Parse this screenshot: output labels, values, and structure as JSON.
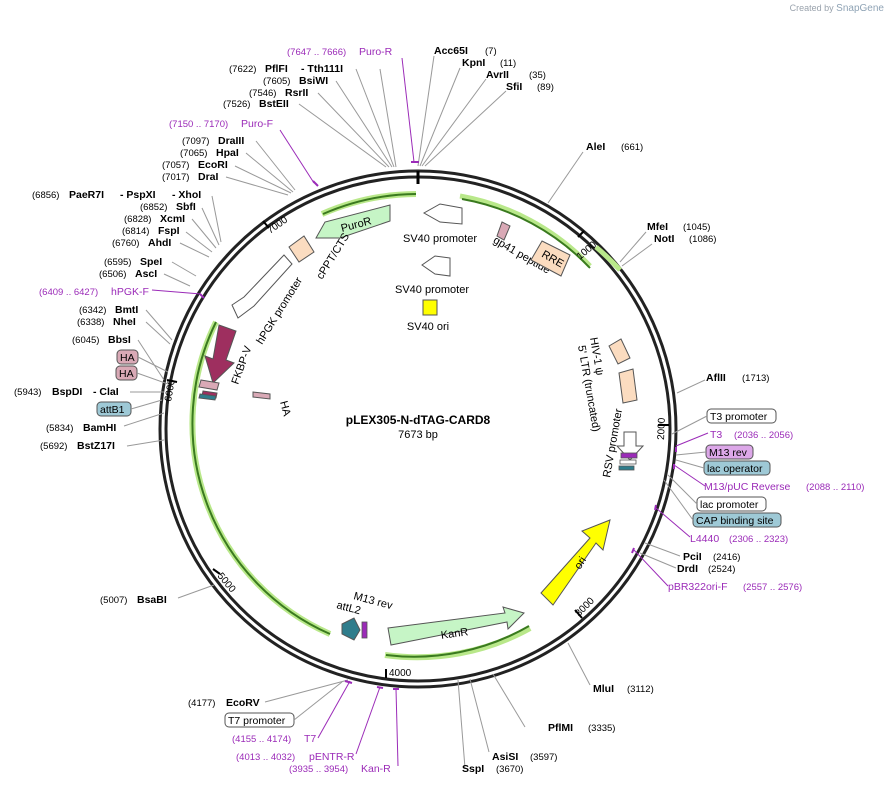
{
  "credit": {
    "prefix": "Created by",
    "brand": "SnapGene"
  },
  "plasmid": {
    "name": "pLEX305-N-dTAG-CARD8",
    "size_label": "7673 bp"
  },
  "ticks": [
    "1000",
    "2000",
    "3000",
    "4000",
    "5000",
    "6000",
    "7000"
  ],
  "enzymes": [
    {
      "name": "Acc65I",
      "pos": "(7)"
    },
    {
      "name": "KpnI",
      "pos": "(11)"
    },
    {
      "name": "AvrII",
      "pos": "(35)"
    },
    {
      "name": "SfiI",
      "pos": "(89)"
    },
    {
      "name": "AleI",
      "pos": "(661)"
    },
    {
      "name": "MfeI",
      "pos": "(1045)"
    },
    {
      "name": "NotI",
      "pos": "(1086)"
    },
    {
      "name": "AflII",
      "pos": "(1713)"
    },
    {
      "name": "PciI",
      "pos": "(2416)"
    },
    {
      "name": "DrdI",
      "pos": "(2524)"
    },
    {
      "name": "MluI",
      "pos": "(3112)"
    },
    {
      "name": "PflMI",
      "pos": "(3335)"
    },
    {
      "name": "AsiSI",
      "pos": "(3597)"
    },
    {
      "name": "SspI",
      "pos": "(3670)"
    },
    {
      "name": "EcoRV",
      "pos": "(4177)"
    },
    {
      "name": "BsaBI",
      "pos": "(5007)"
    },
    {
      "name": "BstZ17I",
      "pos": "(5692)"
    },
    {
      "name": "BamHI",
      "pos": "(5834)"
    },
    {
      "name": "BspDI",
      "pos": "(5943)"
    },
    {
      "name": "- ClaI",
      "pos": ""
    },
    {
      "name": "BbsI",
      "pos": "(6045)"
    },
    {
      "name": "NheI",
      "pos": "(6338)"
    },
    {
      "name": "BmtI",
      "pos": "(6342)"
    },
    {
      "name": "AscI",
      "pos": "(6506)"
    },
    {
      "name": "SpeI",
      "pos": "(6595)"
    },
    {
      "name": "AhdI",
      "pos": "(6760)"
    },
    {
      "name": "FspI",
      "pos": "(6814)"
    },
    {
      "name": "XcmI",
      "pos": "(6828)"
    },
    {
      "name": "SbfI",
      "pos": "(6852)"
    },
    {
      "name": "PaeR7I",
      "pos": "(6856)"
    },
    {
      "name": "- PspXI",
      "pos": ""
    },
    {
      "name": "- XhoI",
      "pos": ""
    },
    {
      "name": "DraI",
      "pos": "(7017)"
    },
    {
      "name": "EcoRI",
      "pos": "(7057)"
    },
    {
      "name": "HpaI",
      "pos": "(7065)"
    },
    {
      "name": "DraIII",
      "pos": "(7097)"
    },
    {
      "name": "BstEII",
      "pos": "(7526)"
    },
    {
      "name": "RsrII",
      "pos": "(7546)"
    },
    {
      "name": "BsiWI",
      "pos": "(7605)"
    },
    {
      "name": "PflFI",
      "pos": "(7622)"
    },
    {
      "name": "- Tth111I",
      "pos": ""
    }
  ],
  "primers": [
    {
      "name": "Puro-R",
      "pos": "(7647 .. 7666)"
    },
    {
      "name": "Puro-F",
      "pos": "(7150 .. 7170)"
    },
    {
      "name": "hPGK-F",
      "pos": "(6409 .. 6427)"
    },
    {
      "name": "T3",
      "pos": "(2036 .. 2056)"
    },
    {
      "name": "M13/pUC Reverse",
      "pos": "(2088 .. 2110)"
    },
    {
      "name": "L4440",
      "pos": "(2306 .. 2323)"
    },
    {
      "name": "pBR322ori-F",
      "pos": "(2557 .. 2576)"
    },
    {
      "name": "T7",
      "pos": "(4155 .. 4174)"
    },
    {
      "name": "pENTR-R",
      "pos": "(4013 .. 4032)"
    },
    {
      "name": "Kan-R",
      "pos": "(3935 .. 3954)"
    }
  ],
  "boxed_features": [
    {
      "name": "T3 promoter",
      "fill": "#ffffff"
    },
    {
      "name": "M13 rev",
      "fill": "#dca7e8"
    },
    {
      "name": "lac operator",
      "fill": "#9ec9d6"
    },
    {
      "name": "lac promoter",
      "fill": "#ffffff"
    },
    {
      "name": "CAP binding site",
      "fill": "#9ec9d6"
    },
    {
      "name": "T7 promoter",
      "fill": "#ffffff"
    },
    {
      "name": "HA",
      "fill": "#d9a9b6"
    },
    {
      "name": "HA",
      "fill": "#d9a9b6"
    },
    {
      "name": "attB1",
      "fill": "#9ec9d6"
    }
  ],
  "inner_features": [
    "PuroR",
    "SV40 promoter",
    "gp41 peptide",
    "RRE",
    "SV40 promoter",
    "SV40 ori",
    "cPPT/CTS",
    "hPGK promoter",
    "FKBP-V",
    "HA",
    "HIV-1 ψ",
    "5' LTR (truncated)",
    "RSV promoter",
    "ori",
    "KanR",
    "M13 rev",
    "attL2"
  ],
  "colors": {
    "primer": "#9b2bb8",
    "puro": "#c6f5c6",
    "fkbp": "#9e2f5f",
    "ori": "#ffff00",
    "kanr": "#c6f5c6",
    "ltr": "#fbdcc0",
    "attl2": "#2f7d8c",
    "highlight": "#b9e88a"
  }
}
